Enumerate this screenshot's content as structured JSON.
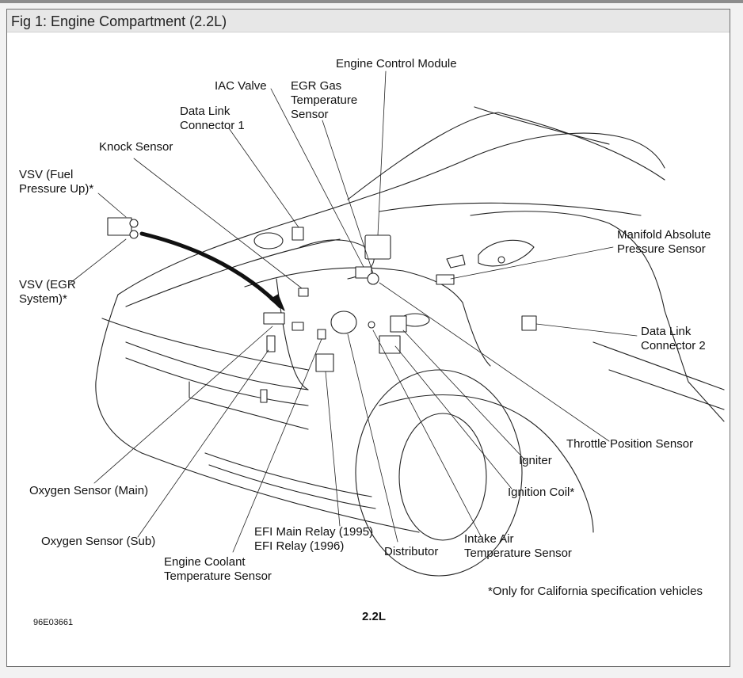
{
  "figure": {
    "caption": "Fig 1: Engine Compartment (2.2L)",
    "model_label": "2.2L",
    "image_code": "96E03661",
    "footnote": "*Only for California specification vehicles"
  },
  "labels": {
    "engine_control_module": "Engine Control Module",
    "iac_valve": "IAC Valve",
    "egr_gas_temp": "EGR Gas\nTemperature\nSensor",
    "data_link_connector_1": "Data Link\nConnector 1",
    "knock_sensor": "Knock Sensor",
    "vsv_fuel_pressure": "VSV (Fuel\nPressure Up)*",
    "vsv_egr": "VSV (EGR\nSystem)*",
    "map_sensor": "Manifold Absolute\nPressure Sensor",
    "data_link_connector_2": "Data Link\nConnector 2",
    "throttle_position_sensor": "Throttle Position Sensor",
    "igniter": "Igniter",
    "ignition_coil": "Ignition Coil*",
    "intake_air_temp": "Intake Air\nTemperature Sensor",
    "distributor": "Distributor",
    "efi_relay": "EFI Main Relay (1995)\nEFI Relay (1996)",
    "engine_coolant_temp": "Engine Coolant\nTemperature Sensor",
    "oxygen_sensor_sub": "Oxygen Sensor (Sub)",
    "oxygen_sensor_main": "Oxygen Sensor (Main)"
  }
}
